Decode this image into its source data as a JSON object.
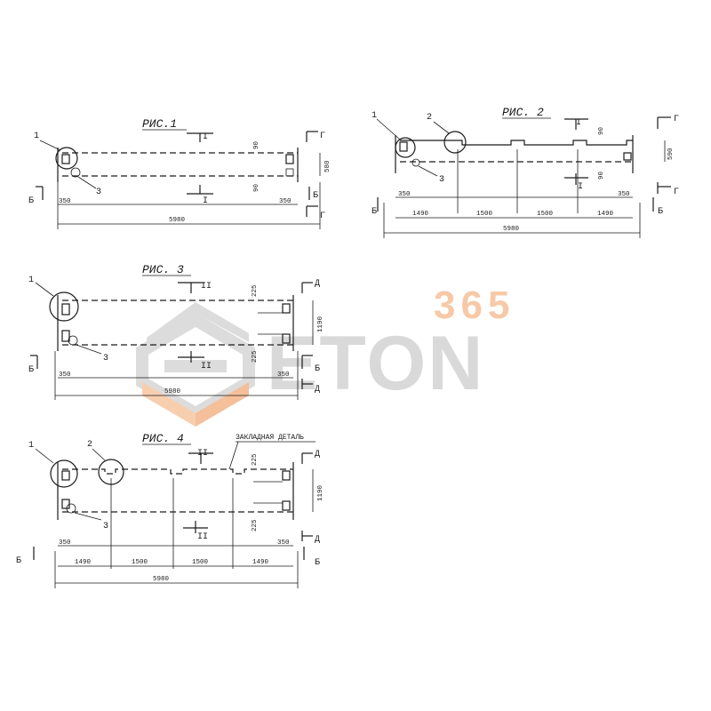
{
  "watermark": {
    "number": "365",
    "brand": "ETON",
    "color_gray": "#d9d9d9",
    "color_orange": "#f7c9a6"
  },
  "figures": {
    "fig1": {
      "title": "РИС.1",
      "callouts": [
        "1",
        "3"
      ],
      "section_i": "I",
      "section_g": "Г",
      "section_b": "Б",
      "dims": {
        "top_edge": "90",
        "bottom_edge": "90",
        "height": "580",
        "left_end": "350",
        "right_end": "350",
        "length": "5980"
      }
    },
    "fig2": {
      "title": "РИС. 2",
      "callouts": [
        "1",
        "2",
        "3"
      ],
      "section_i": "I",
      "section_g": "Г",
      "section_b": "Б",
      "dims": {
        "top_edge": "90",
        "bottom_edge": "90",
        "height": "590",
        "left_end": "350",
        "right_end": "350",
        "spans": [
          "1490",
          "1500",
          "1500",
          "1490"
        ],
        "length": "5980"
      }
    },
    "fig3": {
      "title": "РИС. 3",
      "callouts": [
        "1",
        "3"
      ],
      "section_ii": "II",
      "section_d": "Д",
      "section_b": "Б",
      "dims": {
        "top_edge": "225",
        "bottom_edge": "225",
        "height": "1190",
        "left_end": "350",
        "right_end": "350",
        "length": "5980"
      }
    },
    "fig4": {
      "title": "РИС. 4",
      "note": "ЗАКЛАДНАЯ ДЕТАЛЬ",
      "callouts": [
        "1",
        "2",
        "3"
      ],
      "section_ii": "II",
      "section_d": "Д",
      "section_b": "Б",
      "dims": {
        "top_edge": "225",
        "bottom_edge": "225",
        "height": "1190",
        "left_end": "350",
        "right_end": "350",
        "spans": [
          "1490",
          "1500",
          "1500",
          "1490"
        ],
        "length": "5980"
      }
    }
  }
}
